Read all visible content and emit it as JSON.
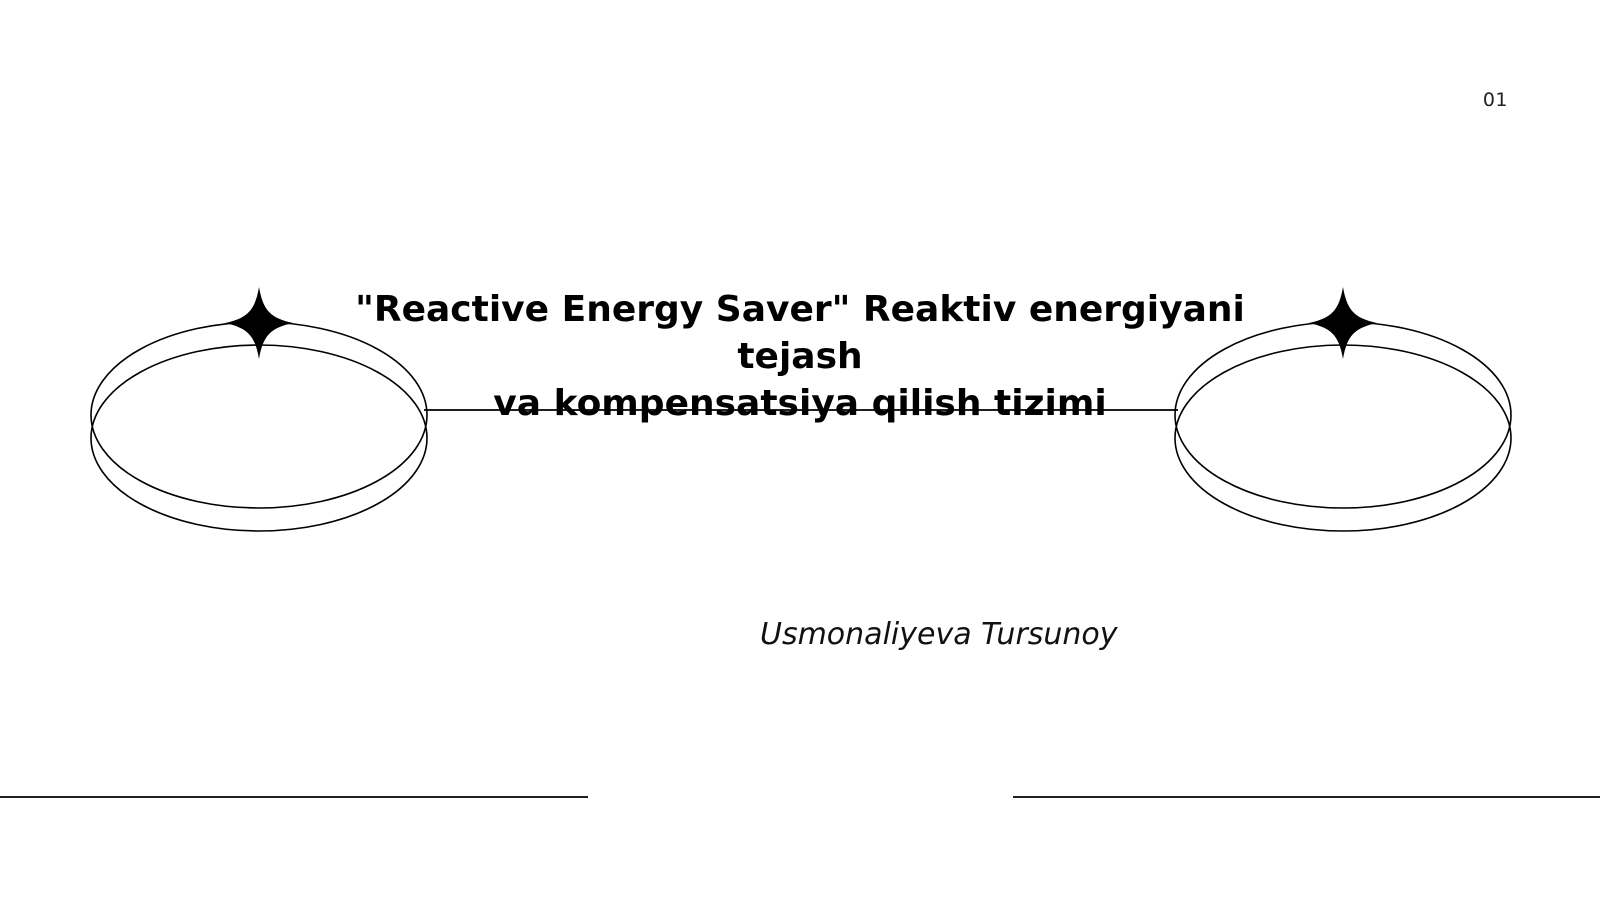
{
  "slide": {
    "page_number": "01",
    "title_lines": [
      "\"Reactive Energy Saver\" Reaktiv energiyani tejash",
      "va kompensatsiya qilish tizimi"
    ],
    "author": "Usmonaliyeva Tursunoy"
  },
  "colors": {
    "background": "#ffffff",
    "ink": "#000000"
  },
  "icons": [
    "four-point-star-icon",
    "ring-ornament"
  ]
}
